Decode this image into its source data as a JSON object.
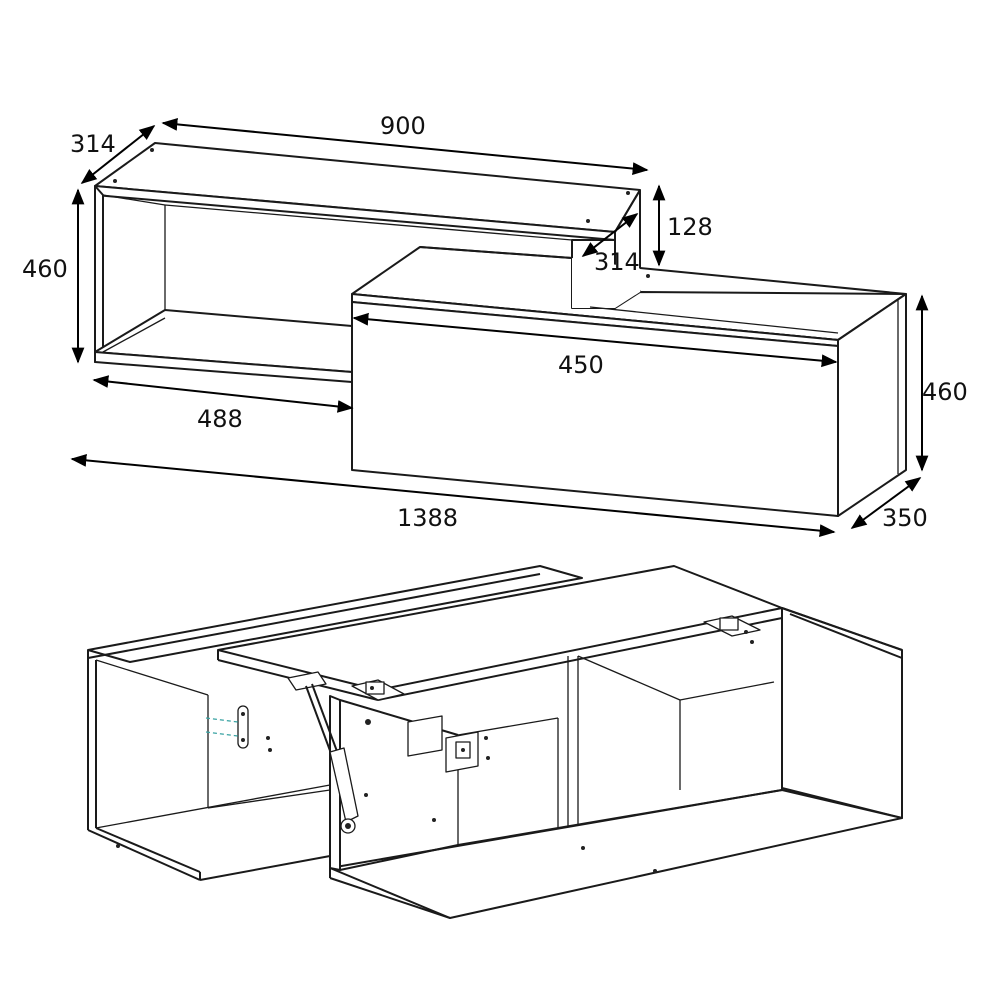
{
  "dimensions": {
    "depth_top": "314",
    "width_top": "900",
    "height_top_left": "460",
    "step_height": "128",
    "depth_inner": "314",
    "width_drawer": "450",
    "width_left": "488",
    "height_right": "460",
    "total_width": "1388",
    "depth_right": "350"
  },
  "colors": {
    "line": "#1a1a1a",
    "dowel_dash": "#3aa3a3"
  }
}
